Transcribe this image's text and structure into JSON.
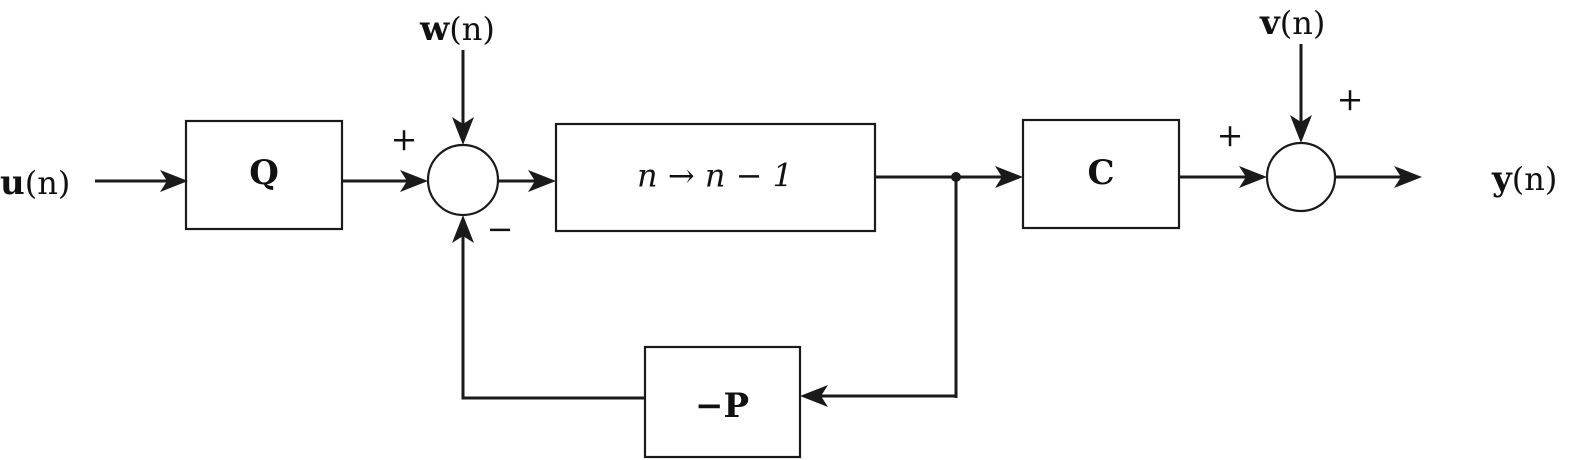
{
  "diagram": {
    "signals": {
      "u": {
        "symbol": "u",
        "arg": "(n)"
      },
      "w": {
        "symbol": "w",
        "arg": "(n)"
      },
      "v": {
        "symbol": "v",
        "arg": "(n)"
      },
      "y": {
        "symbol": "y",
        "arg": "(n)"
      }
    },
    "blocks": {
      "q": "Q",
      "shift": "n → n − 1",
      "c": "C",
      "p": "−P"
    },
    "signs": {
      "sum1_q_input": "+",
      "sum1_feedback": "−",
      "sum2_c_input": "+",
      "sum2_v_input": "+"
    }
  }
}
